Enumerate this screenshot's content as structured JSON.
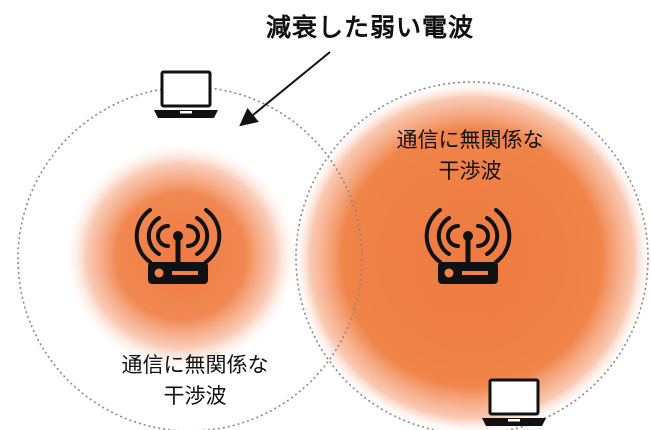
{
  "title": "減衰した弱い電波",
  "labels": {
    "right": [
      "通信に無関係な",
      "干渉波"
    ],
    "left": [
      "通信に無関係な",
      "干渉波"
    ]
  },
  "icons": [
    "router-icon",
    "router-icon",
    "laptop-icon",
    "laptop-icon"
  ],
  "colors": {
    "signal": "#f08248",
    "coverage_outline": "#8a8a8a",
    "icon": "#111111",
    "text": "#111111"
  }
}
